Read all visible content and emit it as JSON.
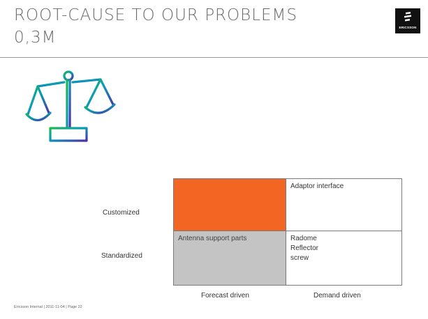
{
  "slide": {
    "title_lines": [
      "ROOT-CAUSE TO OUR PROBLEMS",
      "0,3M"
    ],
    "footer": "Ericsson Internal  |  2011-11-04  |  Page 22"
  },
  "logo": {
    "icon": "ericsson-logo",
    "text": "ERICSSON"
  },
  "illustration": {
    "icon": "balance-scale-icon"
  },
  "matrix": {
    "rows": [
      "Customized",
      "Standardized"
    ],
    "columns": [
      "Forecast driven",
      "Demand driven"
    ],
    "cells": {
      "customized_forecast": [],
      "customized_demand": [
        "Adaptor interface"
      ],
      "standardized_forecast": [
        "Antenna support parts"
      ],
      "standardized_demand": [
        "Radome",
        "Reflector",
        "screw"
      ]
    },
    "colors": {
      "customized_forecast": "#f26522",
      "standardized_forecast": "#c4c4c4"
    }
  }
}
